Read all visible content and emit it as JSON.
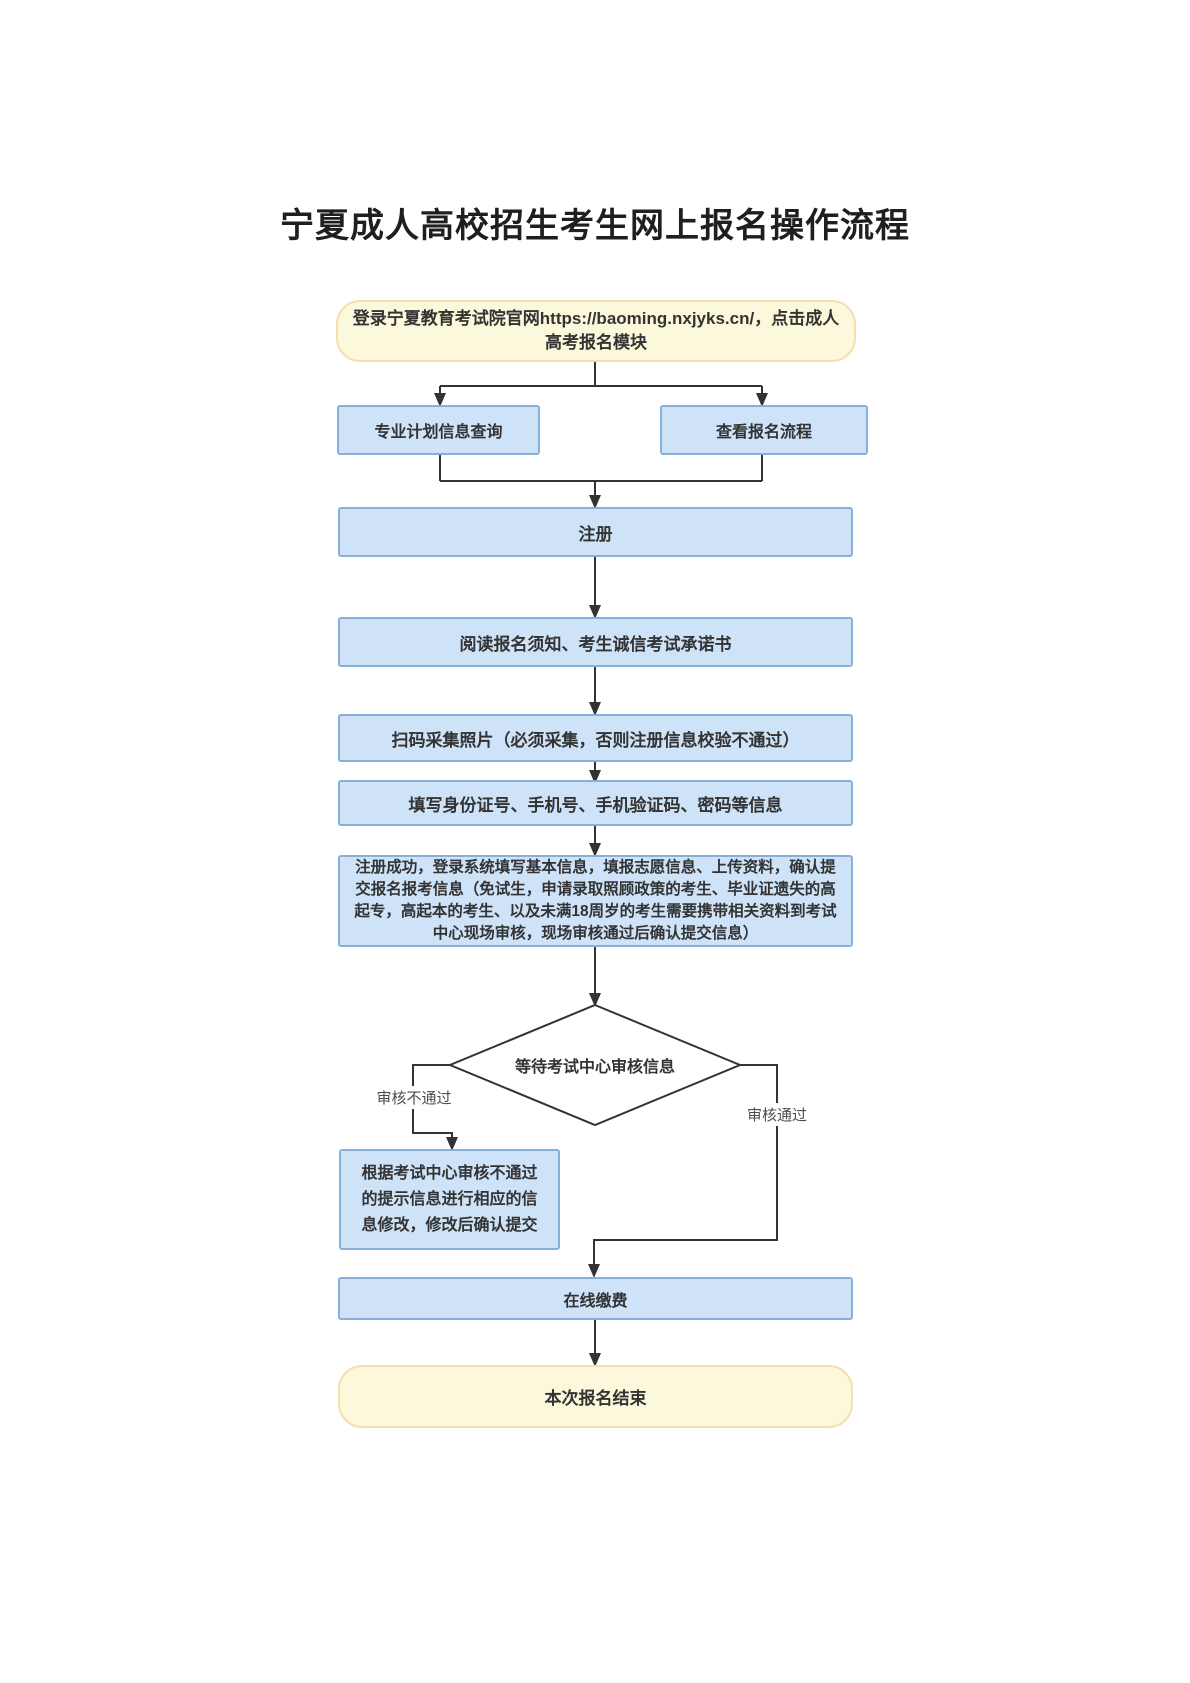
{
  "title": "宁夏成人高校招生考生网上报名操作流程",
  "nodes": {
    "start": "登录宁夏教育考试院官网https://baoming.nxjyks.cn/，点击成人高考报名模块",
    "query_plan": "专业计划信息查询",
    "view_flow": "查看报名流程",
    "register": "注册",
    "read_notice": "阅读报名须知、考生诚信考试承诺书",
    "scan_photo": "扫码采集照片（必须采集，否则注册信息校验不通过）",
    "fill_info": "填写身份证号、手机号、手机验证码、密码等信息",
    "submit_info": "注册成功，登录系统填写基本信息，填报志愿信息、上传资料，确认提交报名报考信息（免试生，申请录取照顾政策的考生、毕业证遗失的高起专，高起本的考生、以及未满18周岁的考生需要携带相关资料到考试中心现场审核，现场审核通过后确认提交信息）",
    "wait_review": "等待考试中心审核信息",
    "modify_info": "根据考试中心审核不通过的提示信息进行相应的信息修改，修改后确认提交",
    "pay_online": "在线缴费",
    "end": "本次报名结束"
  },
  "edge_labels": {
    "fail": "审核不通过",
    "pass": "审核通过"
  },
  "colors": {
    "process_fill": "#cee3f8",
    "process_border": "#88afda",
    "terminal_fill": "#fcf8db",
    "terminal_border": "#f6deb1",
    "line": "#333333",
    "label_text": "#4d4d4d"
  }
}
